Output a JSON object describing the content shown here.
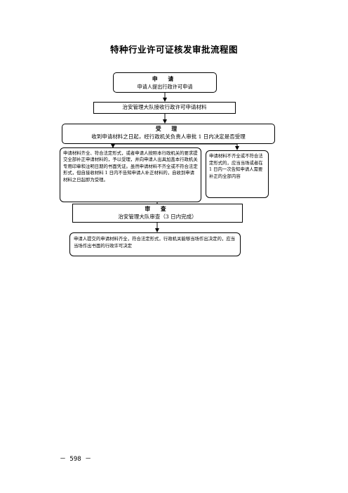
{
  "title": "特种行业许可证核发审批流程图",
  "apply": {
    "heading": "申  请",
    "text": "申请人提出行政许可申请"
  },
  "receive": {
    "text": "治安管理大队接收行政许可申请材料"
  },
  "accept": {
    "heading": "受  理",
    "text": "收到申请材料之日起，经行政机关负责人审批 1 日内决定是否受理"
  },
  "accept_yes": {
    "text": "申请材料齐全、符合法定形式，或者申请人按照本行政机关的要求提交全部补正申请材料的，予以受理，并向申请人出具加盖本行政机关专用印章和注明日期的书面凭证。虽然申请材料不齐全或不符合法定形式，但自接收材料 1 日内不告知申请人补正材料的，自收到申请材料之日起即为受理。"
  },
  "accept_no": {
    "text": "申请材料不齐全或不符合法定形式的，应当当场或者在 1 日内一次告知申请人需要补正的全部内容"
  },
  "review": {
    "heading": "审  查",
    "text": "治安管理大队审查（3 日内完成）"
  },
  "decision": {
    "text": "申请人提交的申请材料齐全，符合法定形式，行政机关能够当场作出决定的，应当当场作出书面的行政许可决定"
  },
  "page_number": "－ 598 －"
}
